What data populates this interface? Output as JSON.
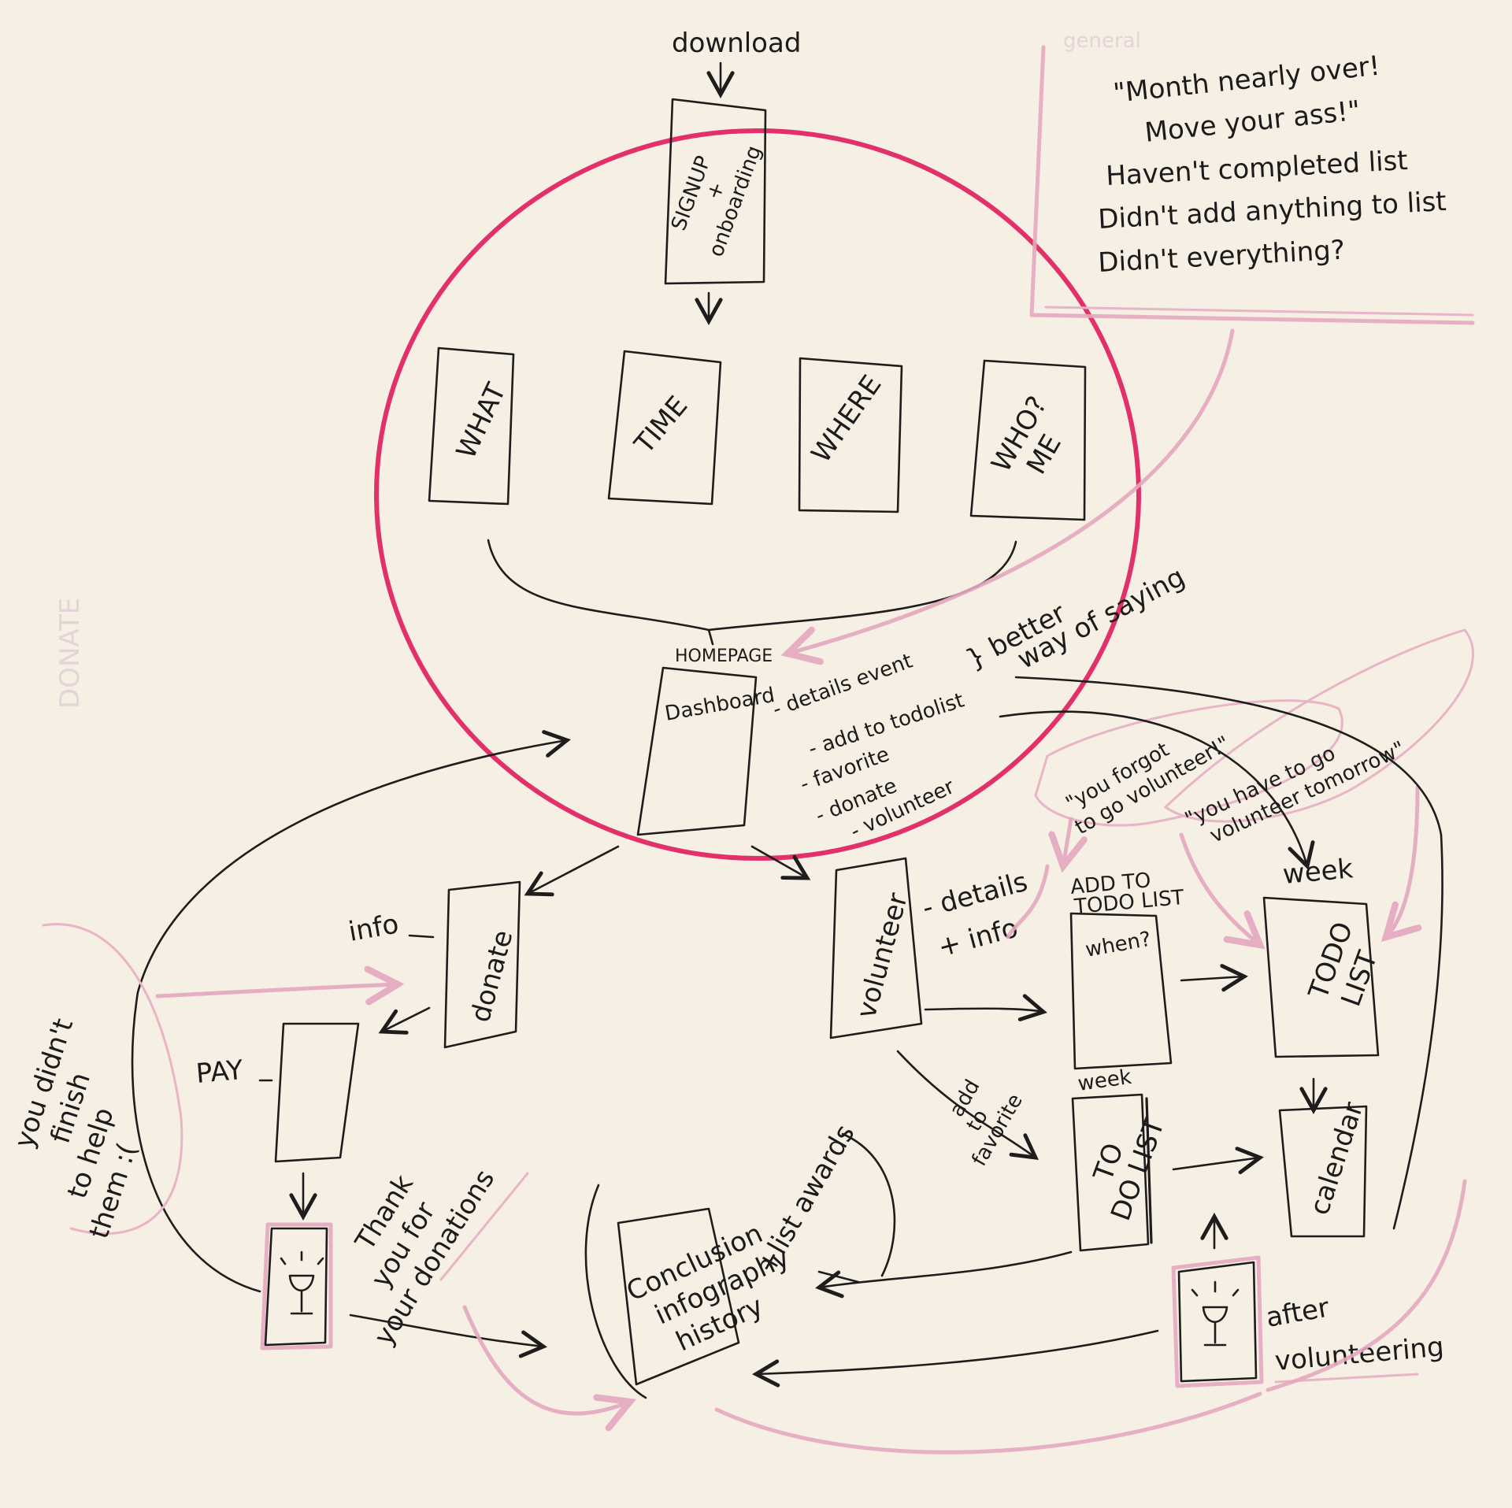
{
  "screens": {
    "download": "download",
    "signup_line1": "SIGNUP",
    "signup_line2": "+",
    "signup_line3": "onboarding",
    "what": "WHAT",
    "time": "TIME",
    "where": "WHERE",
    "who_line1": "WHO?",
    "who_line2": "ME",
    "homepage": "HOMEPAGE",
    "dashboard": "Dashboard",
    "donate": "donate",
    "info": "info",
    "pay": "PAY",
    "volunteer": "volunteer",
    "add_to_todo_line1": "ADD TO",
    "add_to_todo_line2": "TODO LIST",
    "when": "when?",
    "week_top": "week",
    "todo_list_line1": "TODO",
    "todo_list_line2": "LIST",
    "week_bottom": "week",
    "todo_line1": "TO",
    "todo_line2": "DO LIST",
    "calendar": "calendar",
    "conclusion_line1": "Conclusion",
    "conclusion_line2": "infography",
    "conclusion_line3": "history",
    "list_awards": "+list awards"
  },
  "dashboard_features": {
    "items": [
      "- details event",
      "- add to todolist",
      "- favorite",
      "- donate",
      "- volunteer"
    ],
    "better_line1": "} better",
    "better_line2": "way of saying"
  },
  "volunteer_details": {
    "line1": "- details",
    "line2": "+ info",
    "add_fav_line1": "add",
    "add_fav_line2": "to",
    "add_fav_line3": "favorite"
  },
  "notifications": {
    "header": "general",
    "lines": [
      "\"Month nearly over!",
      "Move your ass!\"",
      "Haven't completed list",
      "Didn't add anything to list",
      "Didn't everything?"
    ],
    "forgot_line1": "\"you forgot",
    "forgot_line2": "to go volunteer!\"",
    "tomorrow_line1": "\"you have to go",
    "tomorrow_line2": "volunteer tomorrow\""
  },
  "thanks": {
    "line1": "Thank",
    "line2": "you for",
    "line3": "your donations"
  },
  "after_volunteering": {
    "line1": "after",
    "line2": "volunteering"
  },
  "left_note": {
    "line1": "you didn't",
    "line2": "finish",
    "line3": "to help",
    "line4": "them :("
  },
  "faint_label": "DONATE",
  "colors": {
    "paper": "#f6efe3",
    "ink": "#1e1c1c",
    "highlight_circle": "#e2306a",
    "pink_marker": "#e5a7bf"
  }
}
